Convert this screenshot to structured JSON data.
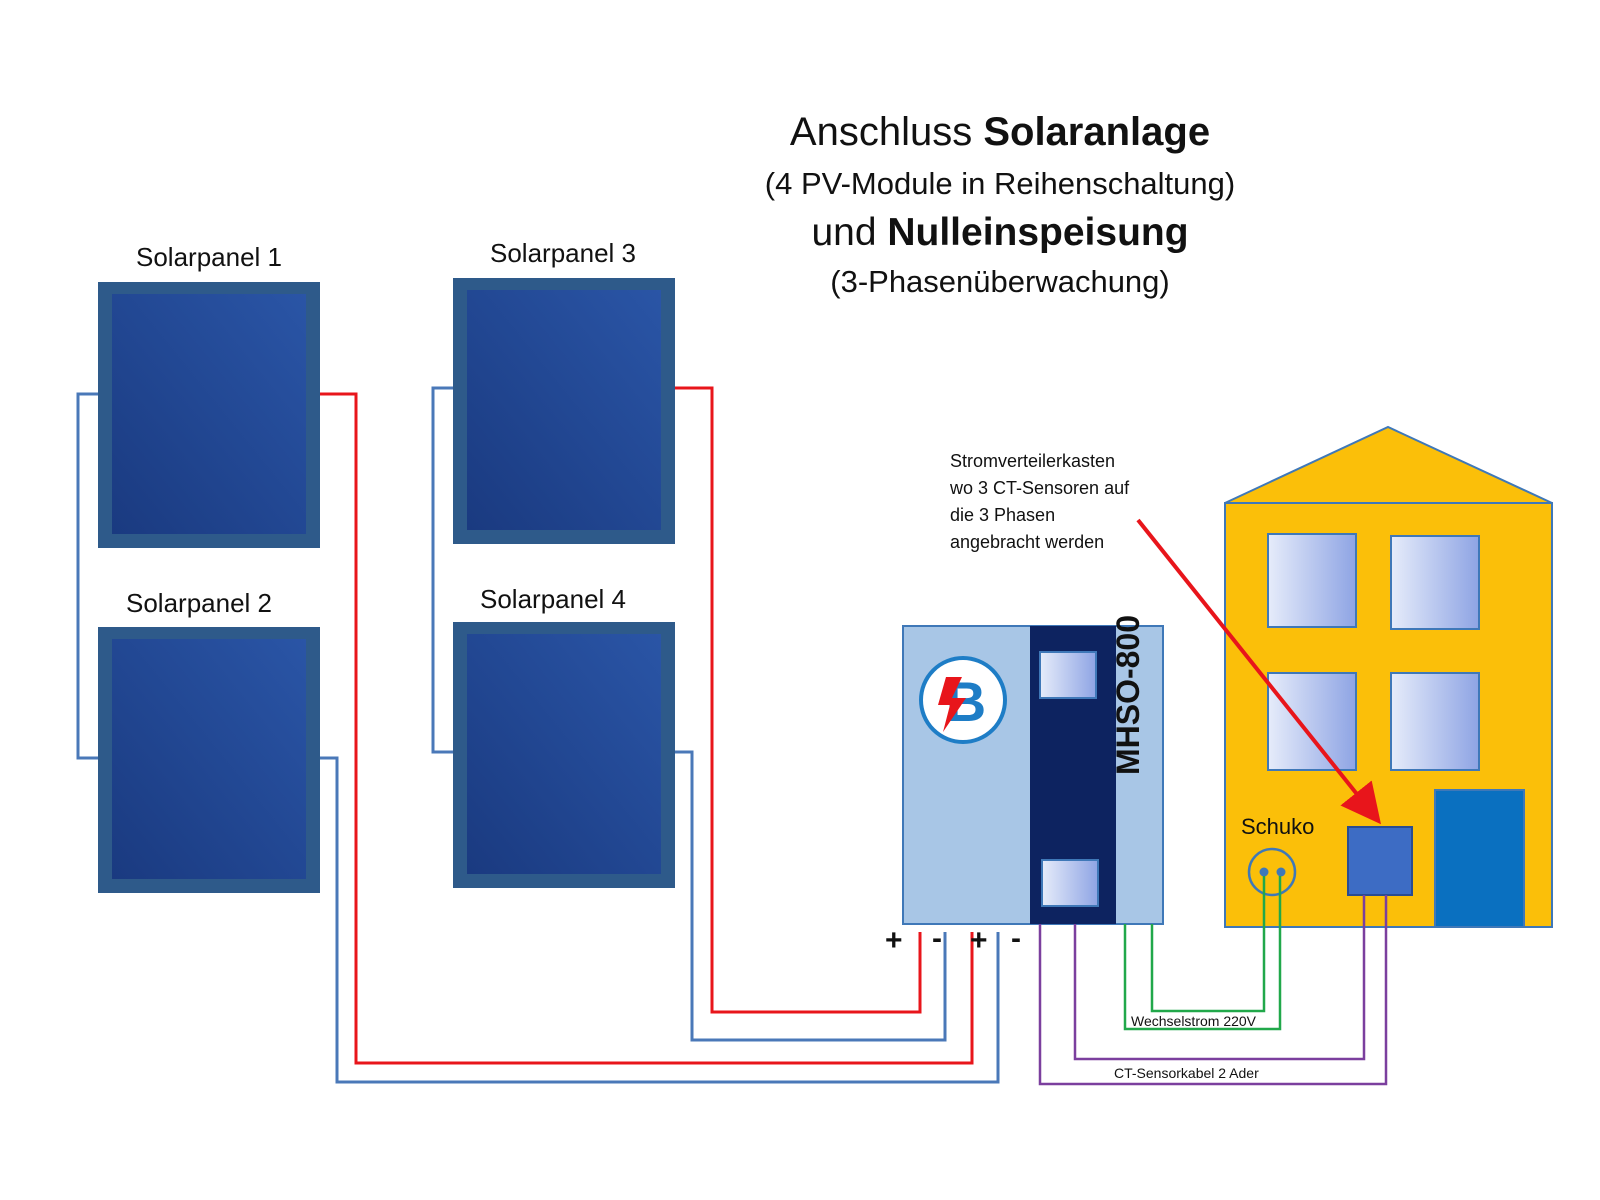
{
  "title": {
    "line1_normal": "Anschluss ",
    "line1_bold": "Solaranlage",
    "line2": "(4 PV-Module in Reihenschaltung)",
    "line3_normal": "und ",
    "line3_bold": "Nulleinspeisung",
    "line4": "(3-Phasenüberwachung)"
  },
  "panels": [
    {
      "label": "Solarpanel 1"
    },
    {
      "label": "Solarpanel 2"
    },
    {
      "label": "Solarpanel 3"
    },
    {
      "label": "Solarpanel 4"
    }
  ],
  "inverter": {
    "label": "MHSO-800"
  },
  "terminals": {
    "plus": "+",
    "minus": "-"
  },
  "annotation": {
    "line1": "Stromverteilerkasten",
    "line2": "wo 3 CT-Sensoren auf",
    "line3": "die 3 Phasen",
    "line4": "angebracht werden"
  },
  "socket": {
    "label": "Schuko"
  },
  "cables": {
    "ac": "Wechselstrom 220V",
    "ct": "CT-Sensorkabel  2 Ader"
  },
  "colors": {
    "positive_wire": "#e8151b",
    "negative_wire": "#4a78b8",
    "ac_wire": "#21a84a",
    "ct_wire": "#7b3f9e",
    "panel_frame": "#2e5a8a",
    "panel_cell": "#1f4a9a",
    "inverter_body": "#a8c6e6",
    "inverter_dark": "#0d2360",
    "house_wall": "#fbbf09",
    "door": "#0a70c0"
  }
}
